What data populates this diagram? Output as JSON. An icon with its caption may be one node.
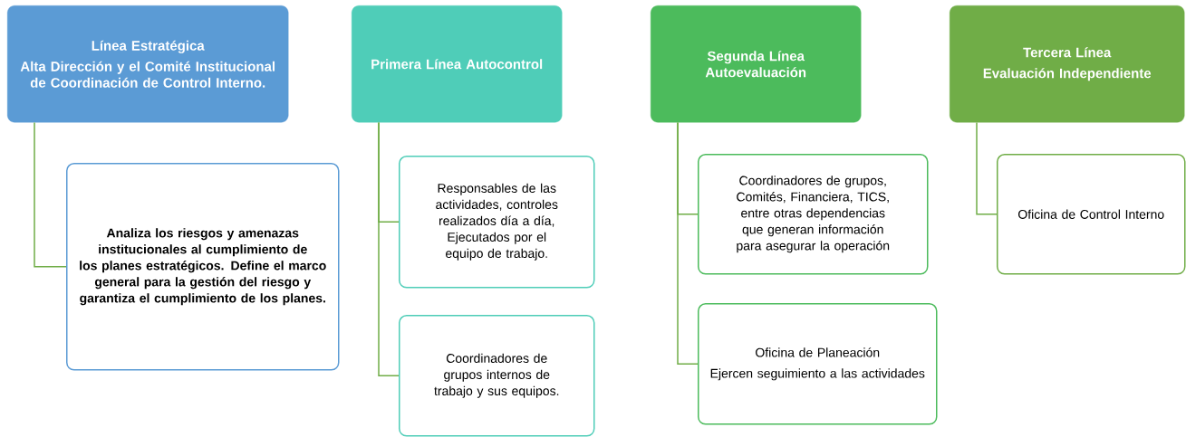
{
  "diagram": {
    "nodes": [
      {
        "text": [
          "Línea Estratégica",
          "Alta Dirección y el Comité Institucional de Coordinación de Control Interno."
        ]
      },
      {
        "text": [
          "Analiza los riesgos y amenazas institucionales al cumplimiento de los planes estratégicos. Define el marco general para la gestión del riesgo y garantiza el cumplimiento de los planes."
        ]
      },
      {
        "text": [
          "Primera Línea Autocontrol"
        ]
      },
      {
        "text": [
          "Responsables de las actividades, controles realizados día a día, Ejecutados por el equipo de trabajo."
        ]
      },
      {
        "text": [
          "Coordinadores de grupos internos de trabajo y sus equipos."
        ]
      },
      {
        "text": [
          "Segunda Línea Autoevaluación"
        ]
      },
      {
        "text": [
          "Coordinadores de grupos, Comités, Financiera, TICS, entre otras dependencias que generan información para asegurar la operación"
        ]
      },
      {
        "text": [
          "Oficina de Planeación",
          "Ejercen seguimiento a las actividades"
        ]
      },
      {
        "text": [
          "Tercera Línea",
          "Evaluación Independiente"
        ]
      },
      {
        "text": [
          "Oficina de Control Interno"
        ]
      }
    ],
    "edges": [
      {
        "from": 0,
        "to": 1,
        "arrow": "none"
      },
      {
        "from": 2,
        "to": 3,
        "arrow": "none"
      },
      {
        "from": 2,
        "to": 4,
        "arrow": "none"
      },
      {
        "from": 5,
        "to": 6,
        "arrow": "none"
      },
      {
        "from": 5,
        "to": 7,
        "arrow": "none"
      },
      {
        "from": 8,
        "to": 9,
        "arrow": "none"
      }
    ]
  }
}
